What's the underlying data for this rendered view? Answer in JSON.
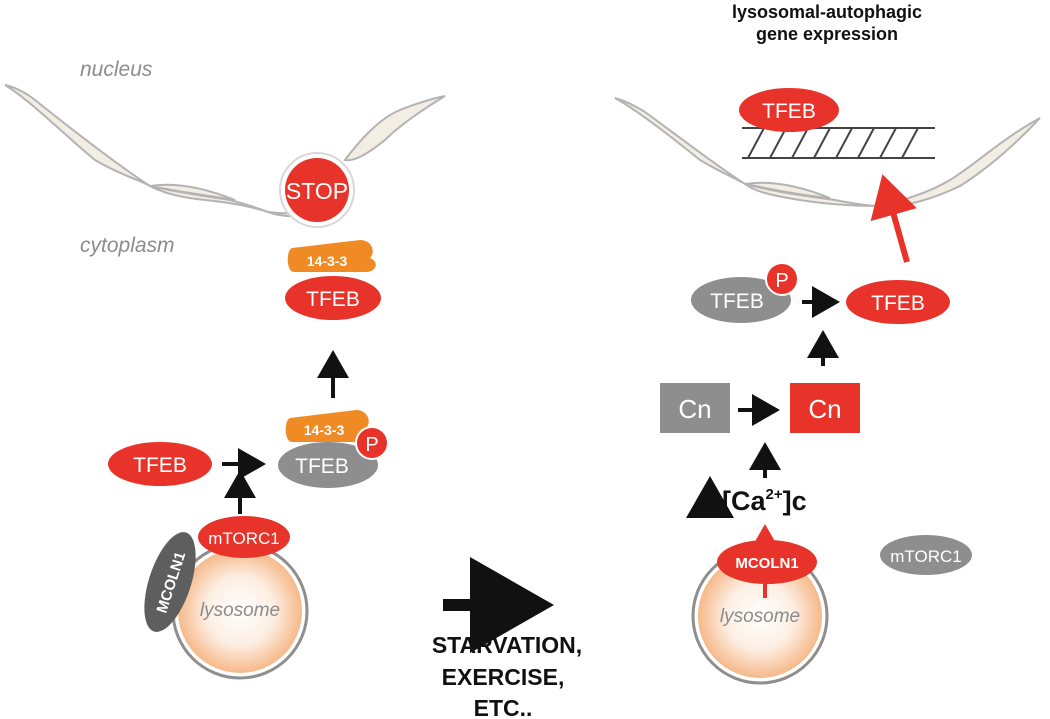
{
  "left_panel": {
    "nucleus_label": "nucleus",
    "cytoplasm_label": "cytoplasm",
    "stop_label": "STOP",
    "protein_14_3_3_top": "14-3-3",
    "tfeb_top": "TFEB",
    "tfeb_free": "TFEB",
    "protein_14_3_3_bottom": "14-3-3",
    "tfeb_phospho": "TFEB",
    "phosphate_label": "P",
    "mtorc1_label": "mTORC1",
    "mcoln1_label": "MCOLN1",
    "lysosome_label": "lysosome"
  },
  "transition": {
    "line1": "STARVATION,",
    "line2": "EXERCISE,",
    "line3": "ETC.."
  },
  "right_panel": {
    "gene_expression_line1": "lysosomal-autophagic",
    "gene_expression_line2": "gene expression",
    "tfeb_on_dna": "TFEB",
    "tfeb_phospho": "TFEB",
    "phosphate_label": "P",
    "tfeb_active": "TFEB",
    "cn_inactive": "Cn",
    "cn_active": "Cn",
    "calcium_prefix": "[Ca",
    "calcium_superscript": "2+",
    "calcium_suffix": "]c",
    "mcoln1_label": "MCOLN1",
    "mtorc1_label": "mTORC1",
    "lysosome_label": "lysosome"
  },
  "colors": {
    "red": "#e8332a",
    "gray": "#8e8e8e",
    "dark_gray": "#5e5e5e",
    "orange": "#f08a24",
    "membrane_fill": "#f3eee4",
    "membrane_stroke": "#b3b3b3",
    "lysosome_fill": "#f9c9a6",
    "arrow": "#111111"
  }
}
